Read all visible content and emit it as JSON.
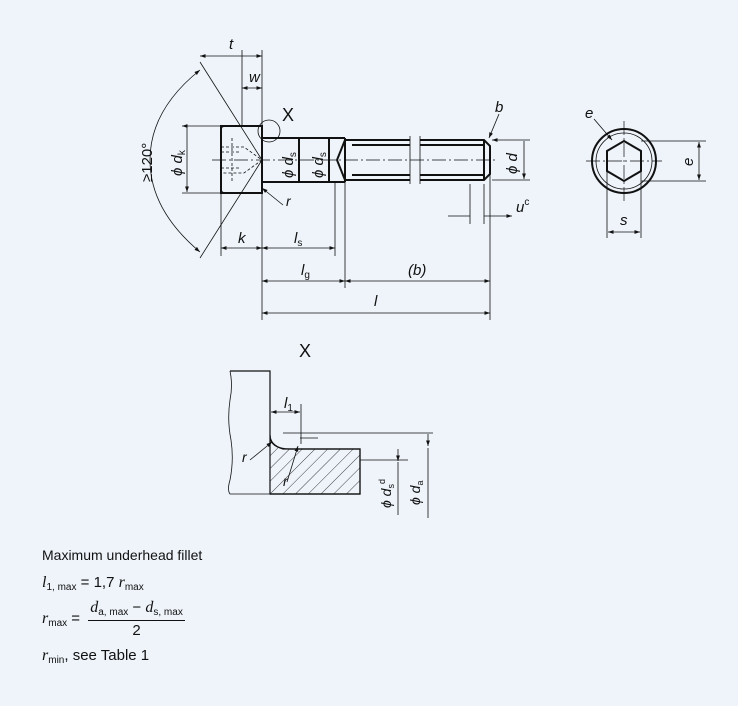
{
  "labels": {
    "t": "t",
    "w": "w",
    "view_x": "X",
    "angle": "≥120°",
    "phi_dk": "ϕ d",
    "dk_sub": "k",
    "phi_ds1": "ϕ d",
    "ds1_sub": "s",
    "phi_ds2": "ϕ d",
    "ds2_sub": "s",
    "r_head": "r",
    "b": "b",
    "phi_d": "ϕ d",
    "u": "u",
    "u_sup": "c",
    "k": "k",
    "ls": "l",
    "ls_sub": "s",
    "lg": "l",
    "lg_sub": "g",
    "b_paren": "(b)",
    "l": "l",
    "e_arrow": "e",
    "e_dim": "e",
    "s": "s",
    "detail_x": "X",
    "l1": "l",
    "l1_sub": "1",
    "r_detail1": "r",
    "r_detail2": "r",
    "phi_ds_detail": "ϕ d",
    "ds_detail_sub": "s",
    "ds_detail_sup": "d",
    "phi_da": "ϕ d",
    "da_sub": "a"
  },
  "formulas": {
    "caption": "Maximum underhead fillet",
    "f1_lhs": "l",
    "f1_lhs_sub": "1, max",
    "f1_eq": " = 1,7 ",
    "f1_r": "r",
    "f1_r_sub": "max",
    "f2_lhs": "r",
    "f2_lhs_sub": "max",
    "f2_eq": " = ",
    "f2_num_a": "d",
    "f2_num_a_sub": "a, max",
    "f2_minus": " − ",
    "f2_num_b": "d",
    "f2_num_b_sub": "s, max",
    "f2_den": "2",
    "f3_r": "r",
    "f3_r_sub": "min",
    "f3_text": ", see Table 1"
  }
}
